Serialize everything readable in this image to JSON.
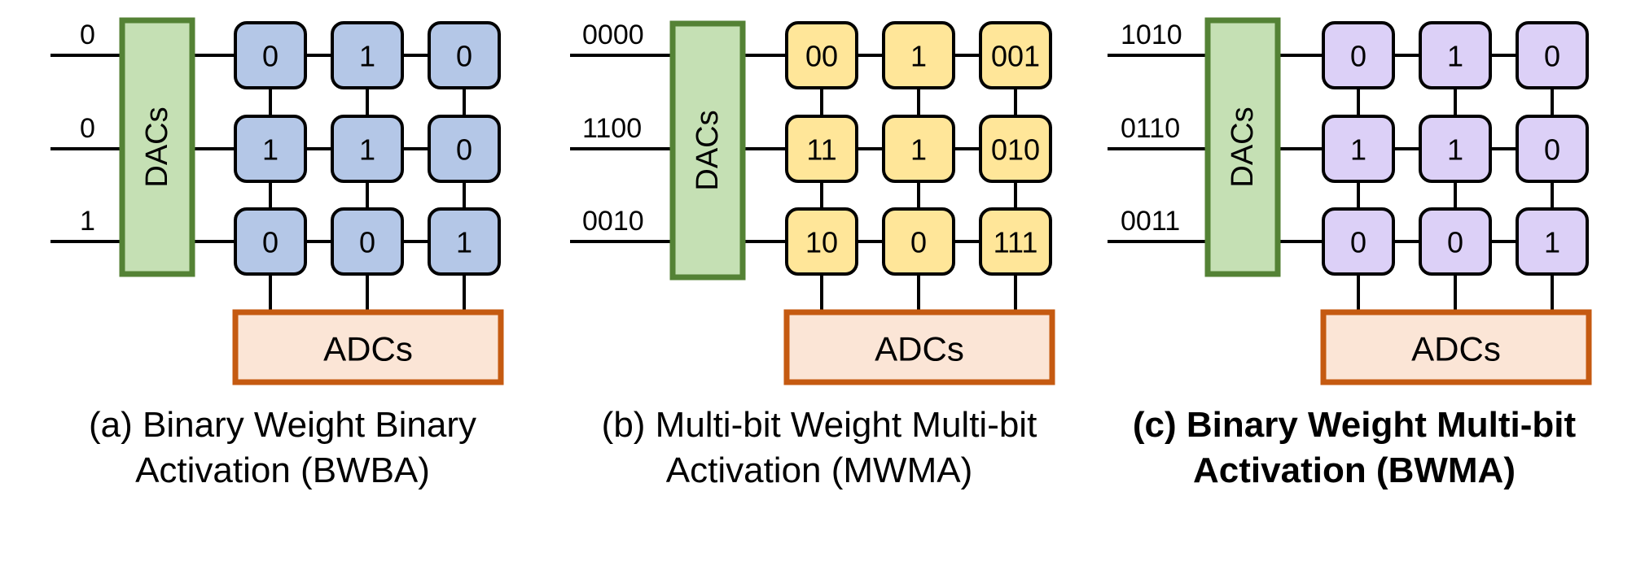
{
  "colors": {
    "line": "#000000",
    "dac_fill": "#c5e0b4",
    "dac_border": "#548235",
    "adc_fill": "#fbe5d6",
    "adc_border": "#c55a11",
    "cell_a": "#b4c7e7",
    "cell_b": "#ffe699",
    "cell_c": "#dcd0f7"
  },
  "panels": [
    {
      "id": "bwba",
      "dac_label": "DACs",
      "adc_label": "ADCs",
      "inputs": [
        "0",
        "0",
        "1"
      ],
      "cells": [
        [
          "0",
          "1",
          "0"
        ],
        [
          "1",
          "1",
          "0"
        ],
        [
          "0",
          "0",
          "1"
        ]
      ],
      "caption": [
        "(a) Binary Weight Binary",
        "Activation (BWBA)"
      ],
      "caption_bold": false,
      "cell_color": "#b4c7e7"
    },
    {
      "id": "mwma",
      "dac_label": "DACs",
      "adc_label": "ADCs",
      "inputs": [
        "0000",
        "1100",
        "0010"
      ],
      "cells": [
        [
          "00",
          "1",
          "001"
        ],
        [
          "11",
          "1",
          "010"
        ],
        [
          "10",
          "0",
          "111"
        ]
      ],
      "caption": [
        "(b) Multi-bit Weight Multi-bit",
        "Activation (MWMA)"
      ],
      "caption_bold": false,
      "cell_color": "#ffe699"
    },
    {
      "id": "bwma",
      "dac_label": "DACs",
      "adc_label": "ADCs",
      "inputs": [
        "1010",
        "0110",
        "0011"
      ],
      "cells": [
        [
          "0",
          "1",
          "0"
        ],
        [
          "1",
          "1",
          "0"
        ],
        [
          "0",
          "0",
          "1"
        ]
      ],
      "caption": [
        "(c) Binary Weight Multi-bit",
        "Activation (BWMA)"
      ],
      "caption_bold": true,
      "cell_color": "#dcd0f7"
    }
  ]
}
